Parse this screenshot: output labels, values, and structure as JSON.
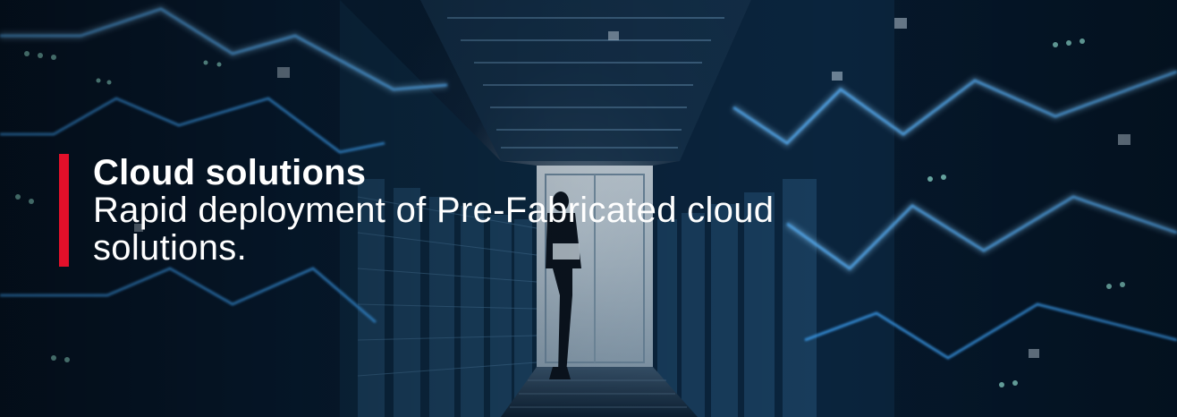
{
  "hero": {
    "title": "Cloud solutions",
    "subtitle": "Rapid deployment of Pre-Fabricated cloud solutions."
  },
  "colors": {
    "accent_bar": "#e3102a",
    "text": "#ffffff",
    "background": "#05152a",
    "glow": "#3fa8ff"
  },
  "background_image": {
    "icon": "server-room-photo"
  }
}
